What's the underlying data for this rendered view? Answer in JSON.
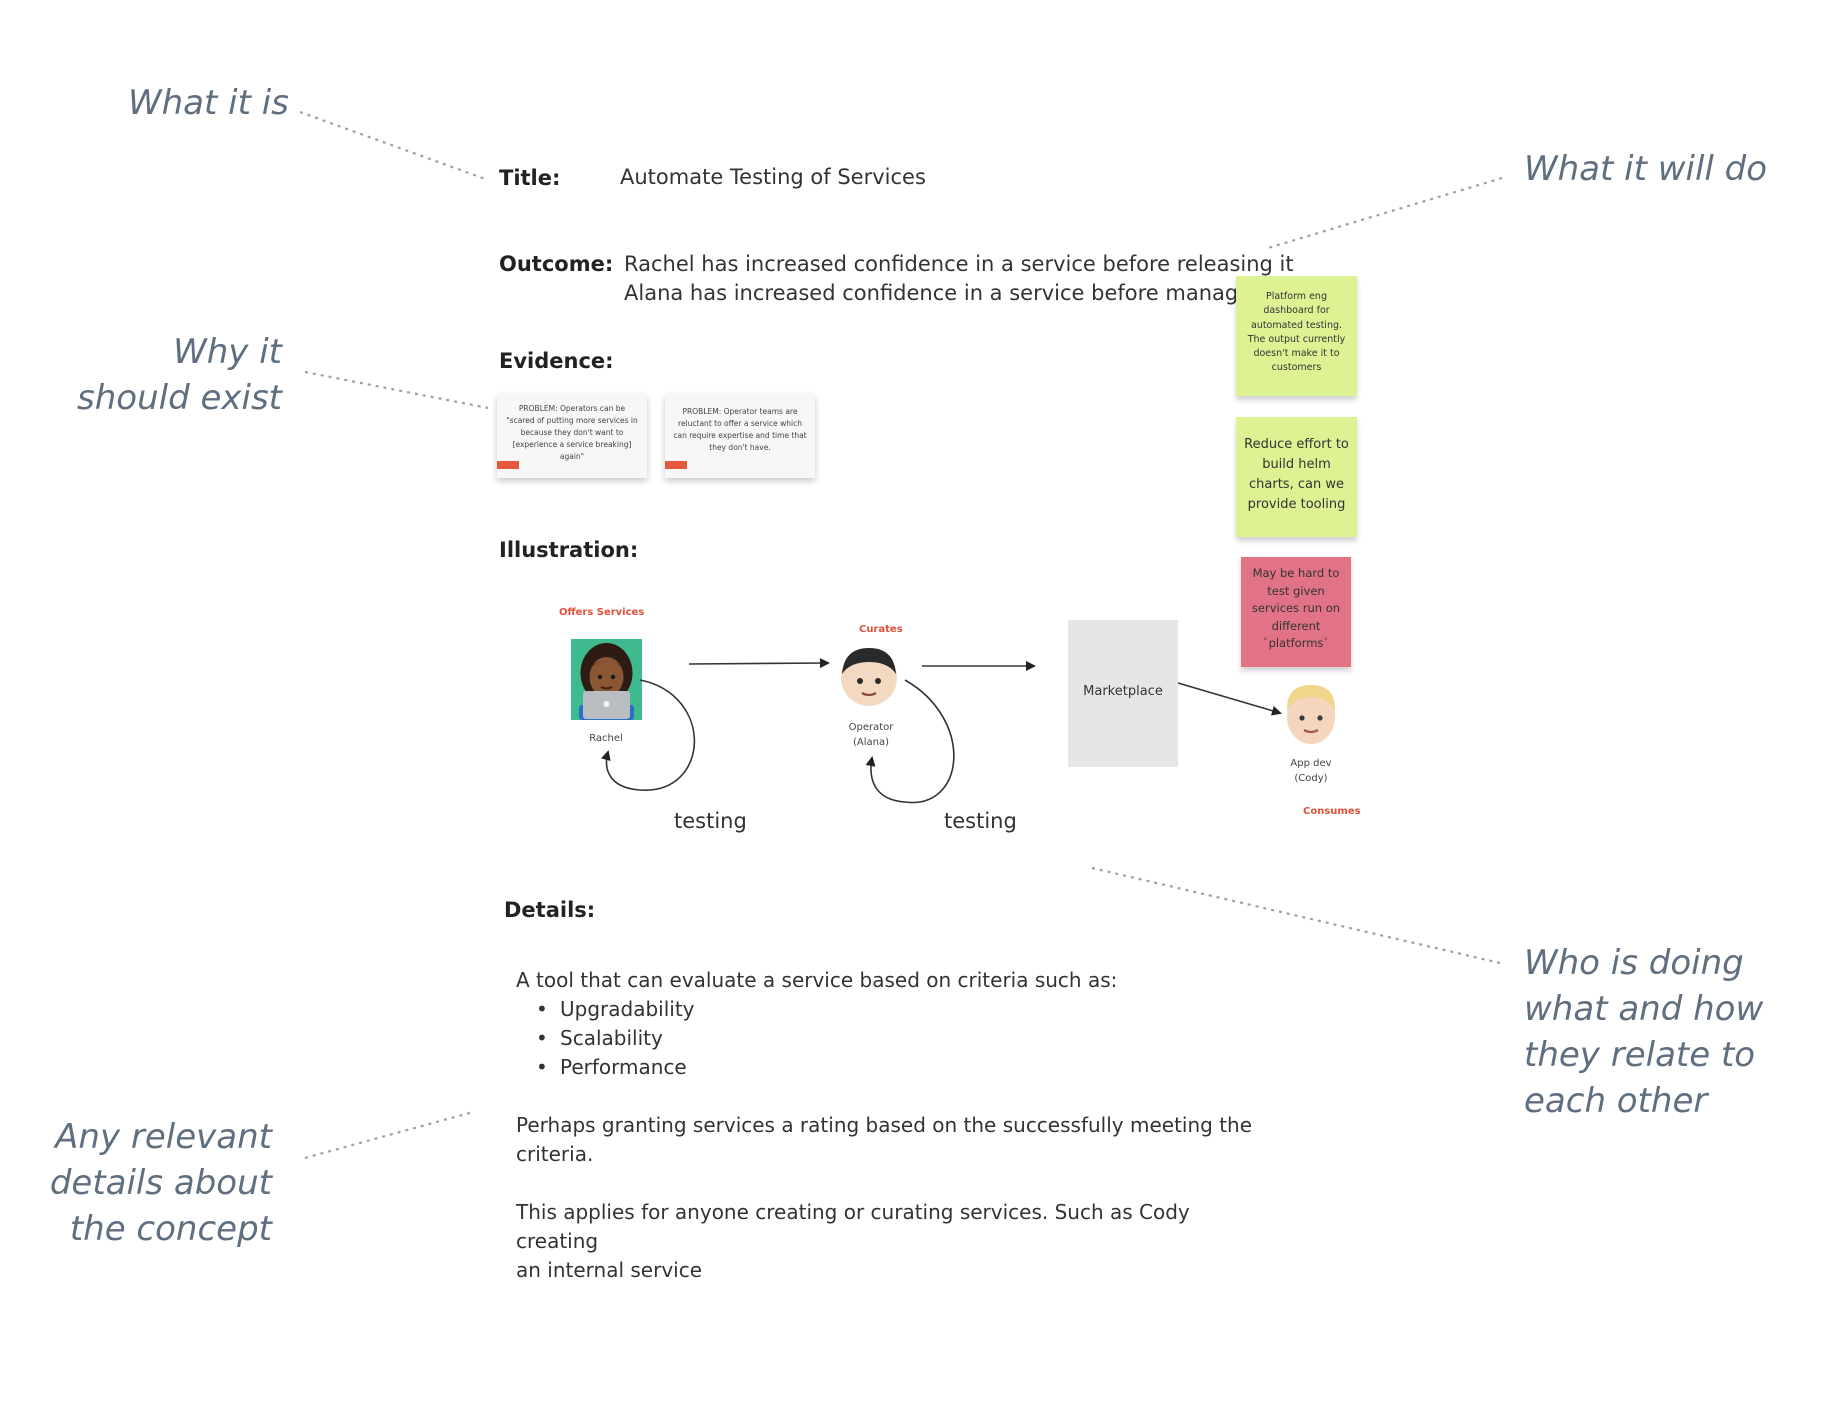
{
  "annotations": {
    "what_it_is": "What it is",
    "what_it_will_do": "What it will do",
    "why_line1": "Why it",
    "why_line2": "should exist",
    "who_line1": "Who is doing",
    "who_line2": "what and how",
    "who_line3": "they relate to",
    "who_line4": "each other",
    "details_line1": "Any relevant",
    "details_line2": "details about",
    "details_line3": "the concept"
  },
  "form": {
    "title_label": "Title:",
    "title_value": "Automate Testing of Services",
    "outcome_label": "Outcome:",
    "outcome_line1": "Rachel has increased confidence in a service before releasing it",
    "outcome_line2": "Alana has increased confidence in a service before managing it",
    "evidence_label": "Evidence:",
    "illustration_label": "Illustration:",
    "details_label": "Details:"
  },
  "evidence_cards": [
    {
      "text": "PROBLEM: Operators can be \"scared of putting more services in because they don't want to [experience a service breaking] again\""
    },
    {
      "text": "PROBLEM: Operator teams are reluctant to offer a service which can require expertise and time that they don't have."
    }
  ],
  "stickies": [
    {
      "text": "Platform eng dashboard for automated testing. The output currently doesn't make it to customers",
      "color": "#dcf293"
    },
    {
      "text": "Reduce effort to build helm charts, can we provide tooling",
      "color": "#dcf293"
    },
    {
      "text": "May be hard to test given services run on different `platforms`",
      "color": "#e27386"
    }
  ],
  "illustration": {
    "offers_services": "Offers Services",
    "curates": "Curates",
    "consumes": "Consumes",
    "rachel": "Rachel",
    "operator_line1": "Operator",
    "operator_line2": "(Alana)",
    "appdev_line1": "App dev",
    "appdev_line2": "(Cody)",
    "marketplace": "Marketplace",
    "testing_1": "testing",
    "testing_2": "testing"
  },
  "details": {
    "intro": "A tool that can evaluate a service based on criteria such as:",
    "criteria": [
      "Upgradability",
      "Scalability",
      "Performance"
    ],
    "paragraph2_line1": "Perhaps granting services a rating based on the successfully meeting the",
    "paragraph2_line2": "criteria.",
    "paragraph3_line1": "This applies for anyone creating or curating services. Such as Cody creating",
    "paragraph3_line2": "an internal service"
  },
  "colors": {
    "annotation": "#5f6f7f",
    "role_label": "#e2503a",
    "sticky_green": "#dcf293",
    "sticky_pink": "#e27386",
    "evidence_tag": "#e25a3b"
  }
}
